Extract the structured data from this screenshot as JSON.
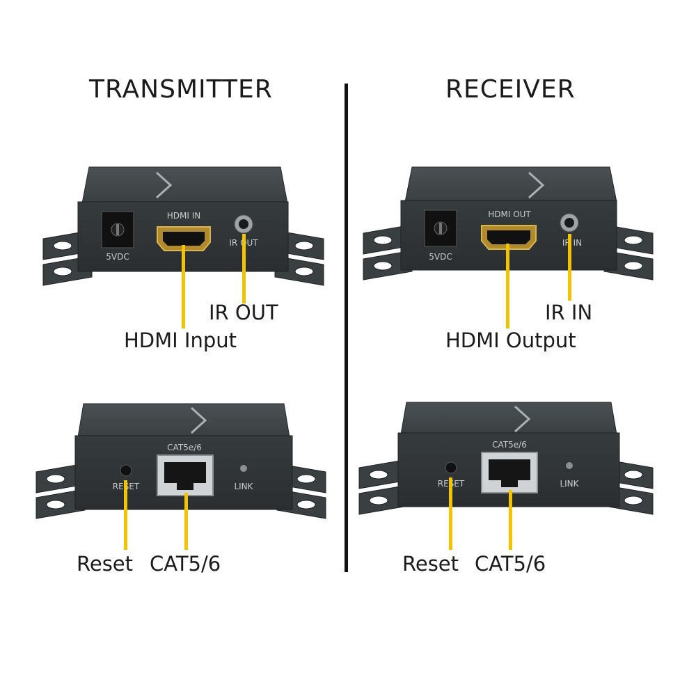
{
  "sections": {
    "transmitter": "TRANSMITTER",
    "receiver": "RECEIVER"
  },
  "devices": {
    "tx_front": {
      "power": "5VDC",
      "port": "HDMI IN",
      "jack": "IR OUT"
    },
    "rx_front": {
      "power": "5VDC",
      "port": "HDMI OUT",
      "jack": "IR IN"
    },
    "tx_back": {
      "button": "RESET",
      "port": "CAT5e/6",
      "led": "LINK"
    },
    "rx_back": {
      "button": "RESET",
      "port": "CAT5e/6",
      "led": "LINK"
    }
  },
  "callouts": {
    "tx_ir_out": "IR OUT",
    "tx_hdmi": "HDMI Input",
    "rx_ir_in": "IR IN",
    "rx_hdmi": "HDMI Output",
    "tx_reset": "Reset",
    "tx_cat": "CAT5/6",
    "rx_reset": "Reset",
    "rx_cat": "CAT5/6"
  },
  "colors": {
    "leader": "#f2c400",
    "body": "#3d4245",
    "face": "#2f3436",
    "text": "#1b1b1b"
  }
}
